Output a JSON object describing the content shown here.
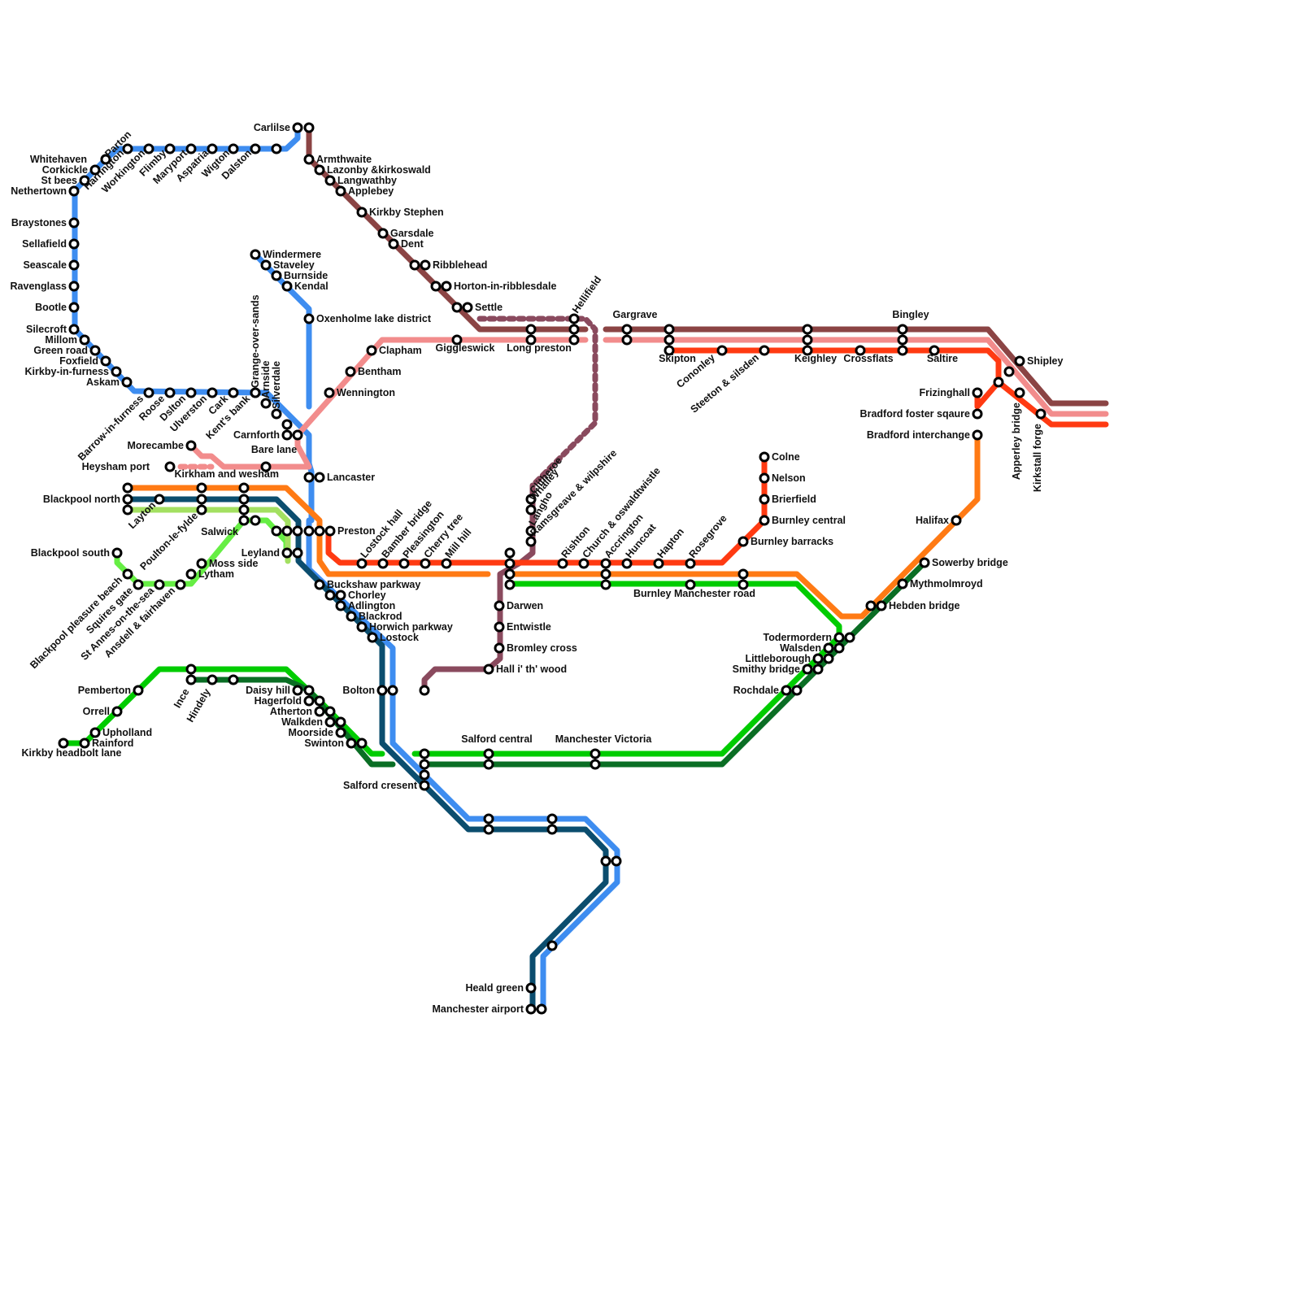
{
  "colors": {
    "west_coast_blue": "#3e8df0",
    "airport_navy": "#0b4d6e",
    "settle_carlisle_maroon": "#8b4444",
    "bentham_pink": "#f28c8c",
    "calder_red": "#ff3a12",
    "caldervale_orange": "#ff7a14",
    "southport_green": "#00cc00",
    "wigan_darkgreen": "#0a6e24",
    "fylde_lightgreen": "#66ee44",
    "blackpool_south_palegreen": "#a3e061",
    "clitheroe_plum": "#8a4a5e"
  },
  "stations": {
    "carlisle": "Carlilse",
    "armthwaite": "Armthwaite",
    "lazonby": "Lazonby &kirkoswald",
    "langwathby": "Langwathby",
    "appleby": "Applebey",
    "kirkby_stephen": "Kirkby Stephen",
    "garsdale": "Garsdale",
    "dent": "Dent",
    "ribblehead": "Ribblehead",
    "horton": "Horton-in-ribblesdale",
    "settle": "Settle",
    "hellifield": "Hellifield",
    "gargrave": "Gargrave",
    "skipton": "Skipton",
    "cononley": "Cononley",
    "steeton": "Steeton & silsden",
    "keighley": "Keighley",
    "crossflats": "Crossflats",
    "bingley": "Bingley",
    "saltire": "Saltire",
    "shipley": "Shipley",
    "frizinghall": "Frizinghall",
    "bradford_fs": "Bradford foster sqaure",
    "bradford_int": "Bradford interchange",
    "apperley": "Apperley bridge",
    "kirkstall": "Kirkstall forge",
    "whitehaven": "Whitehaven",
    "parton": "Parton",
    "corkickle": "Corkickle",
    "st_bees": "St bees",
    "nethertown": "Nethertown",
    "harrington": "Harrington",
    "workington": "Workington",
    "flimby": "Flimby",
    "maryport": "Maryport",
    "aspatria": "Aspatria",
    "wigton": "Wigton",
    "dalston": "Dalston",
    "braystones": "Braystones",
    "sellafield": "Sellafield",
    "seascale": "Seascale",
    "ravenglass": "Ravenglass",
    "bootle": "Bootle",
    "silecroft": "Silecroft",
    "millom": "Millom",
    "green_road": "Green road",
    "foxfield": "Foxfield",
    "kirkby_furness": "Kirkby-in-furness",
    "askam": "Askam",
    "barrow": "Barrow-in-furness",
    "roose": "Roose",
    "dalton": "Dslton",
    "ulverston": "Ulverston",
    "cark": "Cark",
    "kents_bank": "Kent's bank",
    "grange": "Grange-over-sands",
    "arnside": "Arnside",
    "silverdale": "Silverdale",
    "carnforth": "Carnforth",
    "windermere": "Windermere",
    "staveley": "Staveley",
    "burnside": "Burnside",
    "kendal": "Kendal",
    "oxenholme": "Oxenholme lake district",
    "clapham": "Clapham",
    "bentham": "Bentham",
    "wennington": "Wennington",
    "giggleswick": "Giggleswick",
    "long_preston": "Long preston",
    "morecambe": "Morecambe",
    "heysham": "Heysham port",
    "bare_lane": "Bare lane",
    "lancaster": "Lancaster",
    "kirkham": "Kirkham and wesham",
    "blackpool_north": "Blackpool north",
    "layton": "Layton",
    "poulton": "Poulton-le-fylde",
    "salwick": "Salwick",
    "preston": "Preston",
    "leyland": "Leyland",
    "blackpool_south": "Blackpool south",
    "pleasure_beach": "Blackpool pleasure beach",
    "squires_gate": "Squires gate",
    "st_annes": "St Annes-on-the-sea",
    "ansdell": "Ansdell & fairhaven",
    "lytham": "Lytham",
    "moss_side": "Moss side",
    "buckshaw": "Buckshaw parkway",
    "chorley": "Chorley",
    "adlington": "Adlington",
    "blackrod": "Blackrod",
    "horwich": "Horwich parkway",
    "lostock": "Lostock",
    "bolton": "Bolton",
    "lostock_hall": "Lostock hall",
    "bamber_bridge": "Bamber bridge",
    "pleasington": "Pleasington",
    "cherry_tree": "Cherry tree",
    "mill_hill": "Mill hill",
    "clitheroe": "Clitheroe",
    "whalley": "Whalley",
    "langho": "Langho",
    "ramsgreave": "Ramsgreave & wilpshire",
    "darwen": "Darwen",
    "entwistle": "Entwistle",
    "bromley_cross": "Bromley cross",
    "hall_i_th_wood": "Hall i' th' wood",
    "rishton": "Rishton",
    "church": "Church & oswaldtwistle",
    "accrington": "Accrington",
    "huncoat": "Huncoat",
    "hapton": "Hapton",
    "rosegrove": "Rosegrove",
    "burnley_barracks": "Burnley barracks",
    "burnley_central": "Burnley central",
    "brierfield": "Brierfield",
    "nelson": "Nelson",
    "colne": "Colne",
    "burnley_mr": "Burnley Manchester road",
    "halifax": "Halifax",
    "sowerby": "Sowerby bridge",
    "mytholmroyd": "Mythmolmroyd",
    "hebden": "Hebden bridge",
    "todmorden": "Todermordern",
    "walsden": "Walsden",
    "littleborough": "Littleborough",
    "smithy": "Smithy bridge",
    "rochdale": "Rochdale",
    "pemberton": "Pemberton",
    "orrell": "Orrell",
    "upholland": "Upholland",
    "rainford": "Rainford",
    "kirkby": "Kirkby headbolt lane",
    "ince": "Ince",
    "hindley": "Hindely",
    "daisy_hill": "Daisy hill",
    "hagerfold": "Hagerfold",
    "atherton": "Atherton",
    "walkden": "Walkden",
    "moorside": "Moorside",
    "swinton": "Swinton",
    "salford_central": "Salford central",
    "manchester_victoria": "Manchester Victoria",
    "salford_crescent": "Salford cresent",
    "heald_green": "Heald green",
    "manchester_airport": "Manchester airport"
  }
}
